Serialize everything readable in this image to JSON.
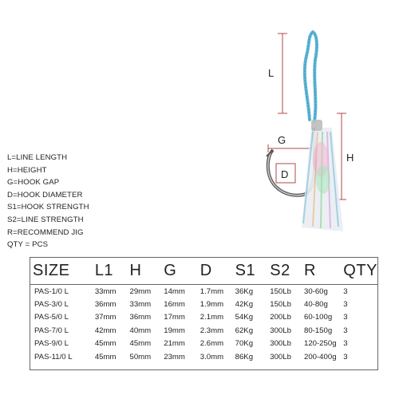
{
  "legend": [
    "L=LINE LENGTH",
    "H=HEIGHT",
    "G=HOOK GAP",
    "D=HOOK DIAMETER",
    "S1=HOOK STRENGTH",
    "S2=LINE STRENGTH",
    "R=RECOMMEND JIG",
    "QTY = PCS"
  ],
  "diagram": {
    "label_l": "L",
    "label_h": "H",
    "label_g": "G",
    "label_d": "D"
  },
  "table": {
    "headers": [
      "SIZE",
      "L1",
      "H",
      "G",
      "D",
      "S1",
      "S2",
      "R",
      "QTY"
    ],
    "rows": [
      [
        "PAS-1/0 L",
        "33mm",
        "29mm",
        "14mm",
        "1.7mm",
        "36Kg",
        "150Lb",
        "30-60g",
        "3"
      ],
      [
        "PAS-3/0 L",
        "36mm",
        "33mm",
        "16mm",
        "1.9mm",
        "42Kg",
        "150Lb",
        "40-80g",
        "3"
      ],
      [
        "PAS-5/0 L",
        "37mm",
        "36mm",
        "17mm",
        "2.1mm",
        "54Kg",
        "200Lb",
        "60-100g",
        "3"
      ],
      [
        "PAS-7/0 L",
        "42mm",
        "40mm",
        "19mm",
        "2.3mm",
        "62Kg",
        "300Lb",
        "80-150g",
        "3"
      ],
      [
        "PAS-9/0 L",
        "45mm",
        "45mm",
        "21mm",
        "2.6mm",
        "70Kg",
        "300Lb",
        "120-250g",
        "3"
      ],
      [
        "PAS-11/0 L",
        "45mm",
        "50mm",
        "23mm",
        "3.0mm",
        "86Kg",
        "300Lb",
        "200-400g",
        "3"
      ]
    ]
  }
}
